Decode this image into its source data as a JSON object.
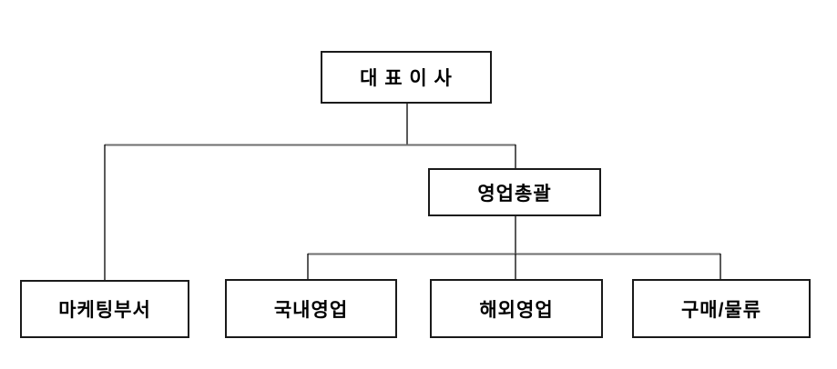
{
  "diagram": {
    "type": "org-chart",
    "colors": {
      "background": "#ffffff",
      "box_border": "#1a1a1a",
      "vertical_connector": "#141414",
      "horizontal_connector": "#6e6e6e",
      "text": "#000000"
    },
    "nodes": [
      {
        "id": "ceo",
        "label": "대 표 이 사",
        "parent": null
      },
      {
        "id": "sales-director",
        "label": "영업총괄",
        "parent": "ceo"
      },
      {
        "id": "marketing-dept",
        "label": "마케팅부서",
        "parent": "ceo"
      },
      {
        "id": "domestic-sales",
        "label": "국내영업",
        "parent": "sales-director"
      },
      {
        "id": "overseas-sales",
        "label": "해외영업",
        "parent": "sales-director"
      },
      {
        "id": "purchasing-logistics",
        "label": "구매/물류",
        "parent": "sales-director"
      }
    ]
  }
}
